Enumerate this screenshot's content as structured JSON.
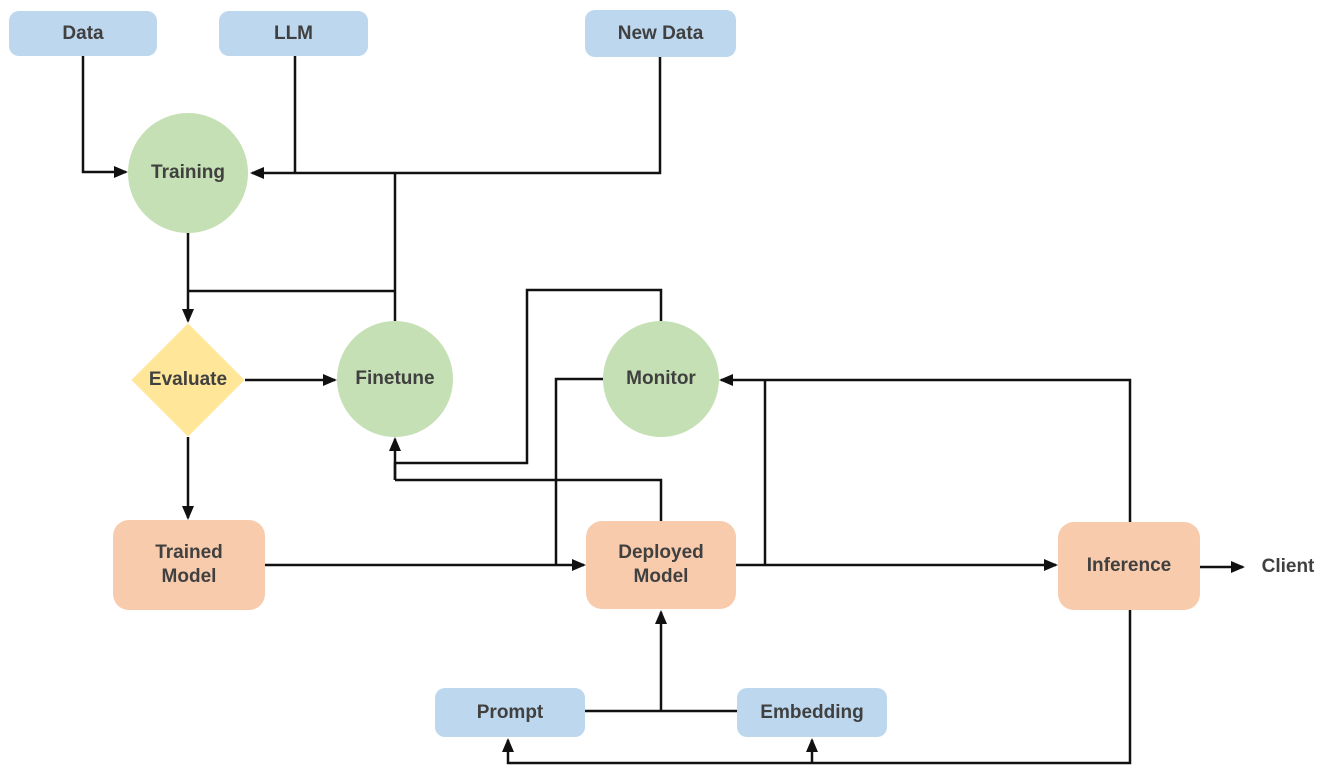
{
  "palette": {
    "data_node_fill": "#bdd7ee",
    "process_node_fill": "#c5e0b4",
    "decision_node_fill": "#ffe699",
    "model_node_fill": "#f8cbad",
    "connector_color": "#111111",
    "label_color": "#404040",
    "background": "#ffffff"
  },
  "nodes": {
    "data": {
      "label": "Data",
      "shape": "rounded-rectangle",
      "fill": "#bdd7ee"
    },
    "llm": {
      "label": "LLM",
      "shape": "rounded-rectangle",
      "fill": "#bdd7ee"
    },
    "new_data": {
      "label": "New Data",
      "shape": "rounded-rectangle",
      "fill": "#bdd7ee"
    },
    "training": {
      "label": "Training",
      "shape": "circle",
      "fill": "#c5e0b4"
    },
    "evaluate": {
      "label": "Evaluate",
      "shape": "diamond",
      "fill": "#ffe699"
    },
    "finetune": {
      "label": "Finetune",
      "shape": "circle",
      "fill": "#c5e0b4"
    },
    "monitor": {
      "label": "Monitor",
      "shape": "circle",
      "fill": "#c5e0b4"
    },
    "trained_model": {
      "label": "Trained Model",
      "shape": "rounded-rectangle",
      "fill": "#f8cbad"
    },
    "deployed_model": {
      "label": "Deployed Model",
      "shape": "rounded-rectangle",
      "fill": "#f8cbad"
    },
    "inference": {
      "label": "Inference",
      "shape": "rounded-rectangle",
      "fill": "#f8cbad"
    },
    "prompt": {
      "label": "Prompt",
      "shape": "rounded-rectangle",
      "fill": "#bdd7ee"
    },
    "embedding": {
      "label": "Embedding",
      "shape": "rounded-rectangle",
      "fill": "#bdd7ee"
    },
    "client": {
      "label": "Client",
      "shape": "text"
    }
  },
  "edges": [
    {
      "from": "Data",
      "to": "Training",
      "arrow": true
    },
    {
      "from": "LLM",
      "to": "Training",
      "arrow": true
    },
    {
      "from": "New Data",
      "to": "Training",
      "arrow": true
    },
    {
      "from": "New Data",
      "to": "Finetune",
      "arrow": false
    },
    {
      "from": "Training",
      "to": "Evaluate",
      "arrow": true
    },
    {
      "from": "Evaluate",
      "to": "Finetune",
      "arrow": true
    },
    {
      "from": "Evaluate",
      "to": "Trained Model",
      "arrow": true
    },
    {
      "from": "Trained Model",
      "to": "Deployed Model",
      "arrow": true
    },
    {
      "from": "Monitor",
      "to": "Deployed Model",
      "arrow": true
    },
    {
      "from": "Monitor",
      "to": "Finetune",
      "arrow": true
    },
    {
      "from": "Deployed Model",
      "to": "Finetune",
      "arrow": true
    },
    {
      "from": "Deployed Model",
      "to": "Inference",
      "arrow": true
    },
    {
      "from": "Inference",
      "to": "Monitor",
      "arrow": true
    },
    {
      "from": "Inference",
      "to": "Client",
      "arrow": true
    },
    {
      "from": "Prompt",
      "to": "Deployed Model",
      "arrow": true
    },
    {
      "from": "Embedding",
      "to": "Deployed Model",
      "arrow": true
    },
    {
      "from": "Inference",
      "to": "Prompt",
      "arrow": true
    },
    {
      "from": "Inference",
      "to": "Embedding",
      "arrow": true
    }
  ]
}
